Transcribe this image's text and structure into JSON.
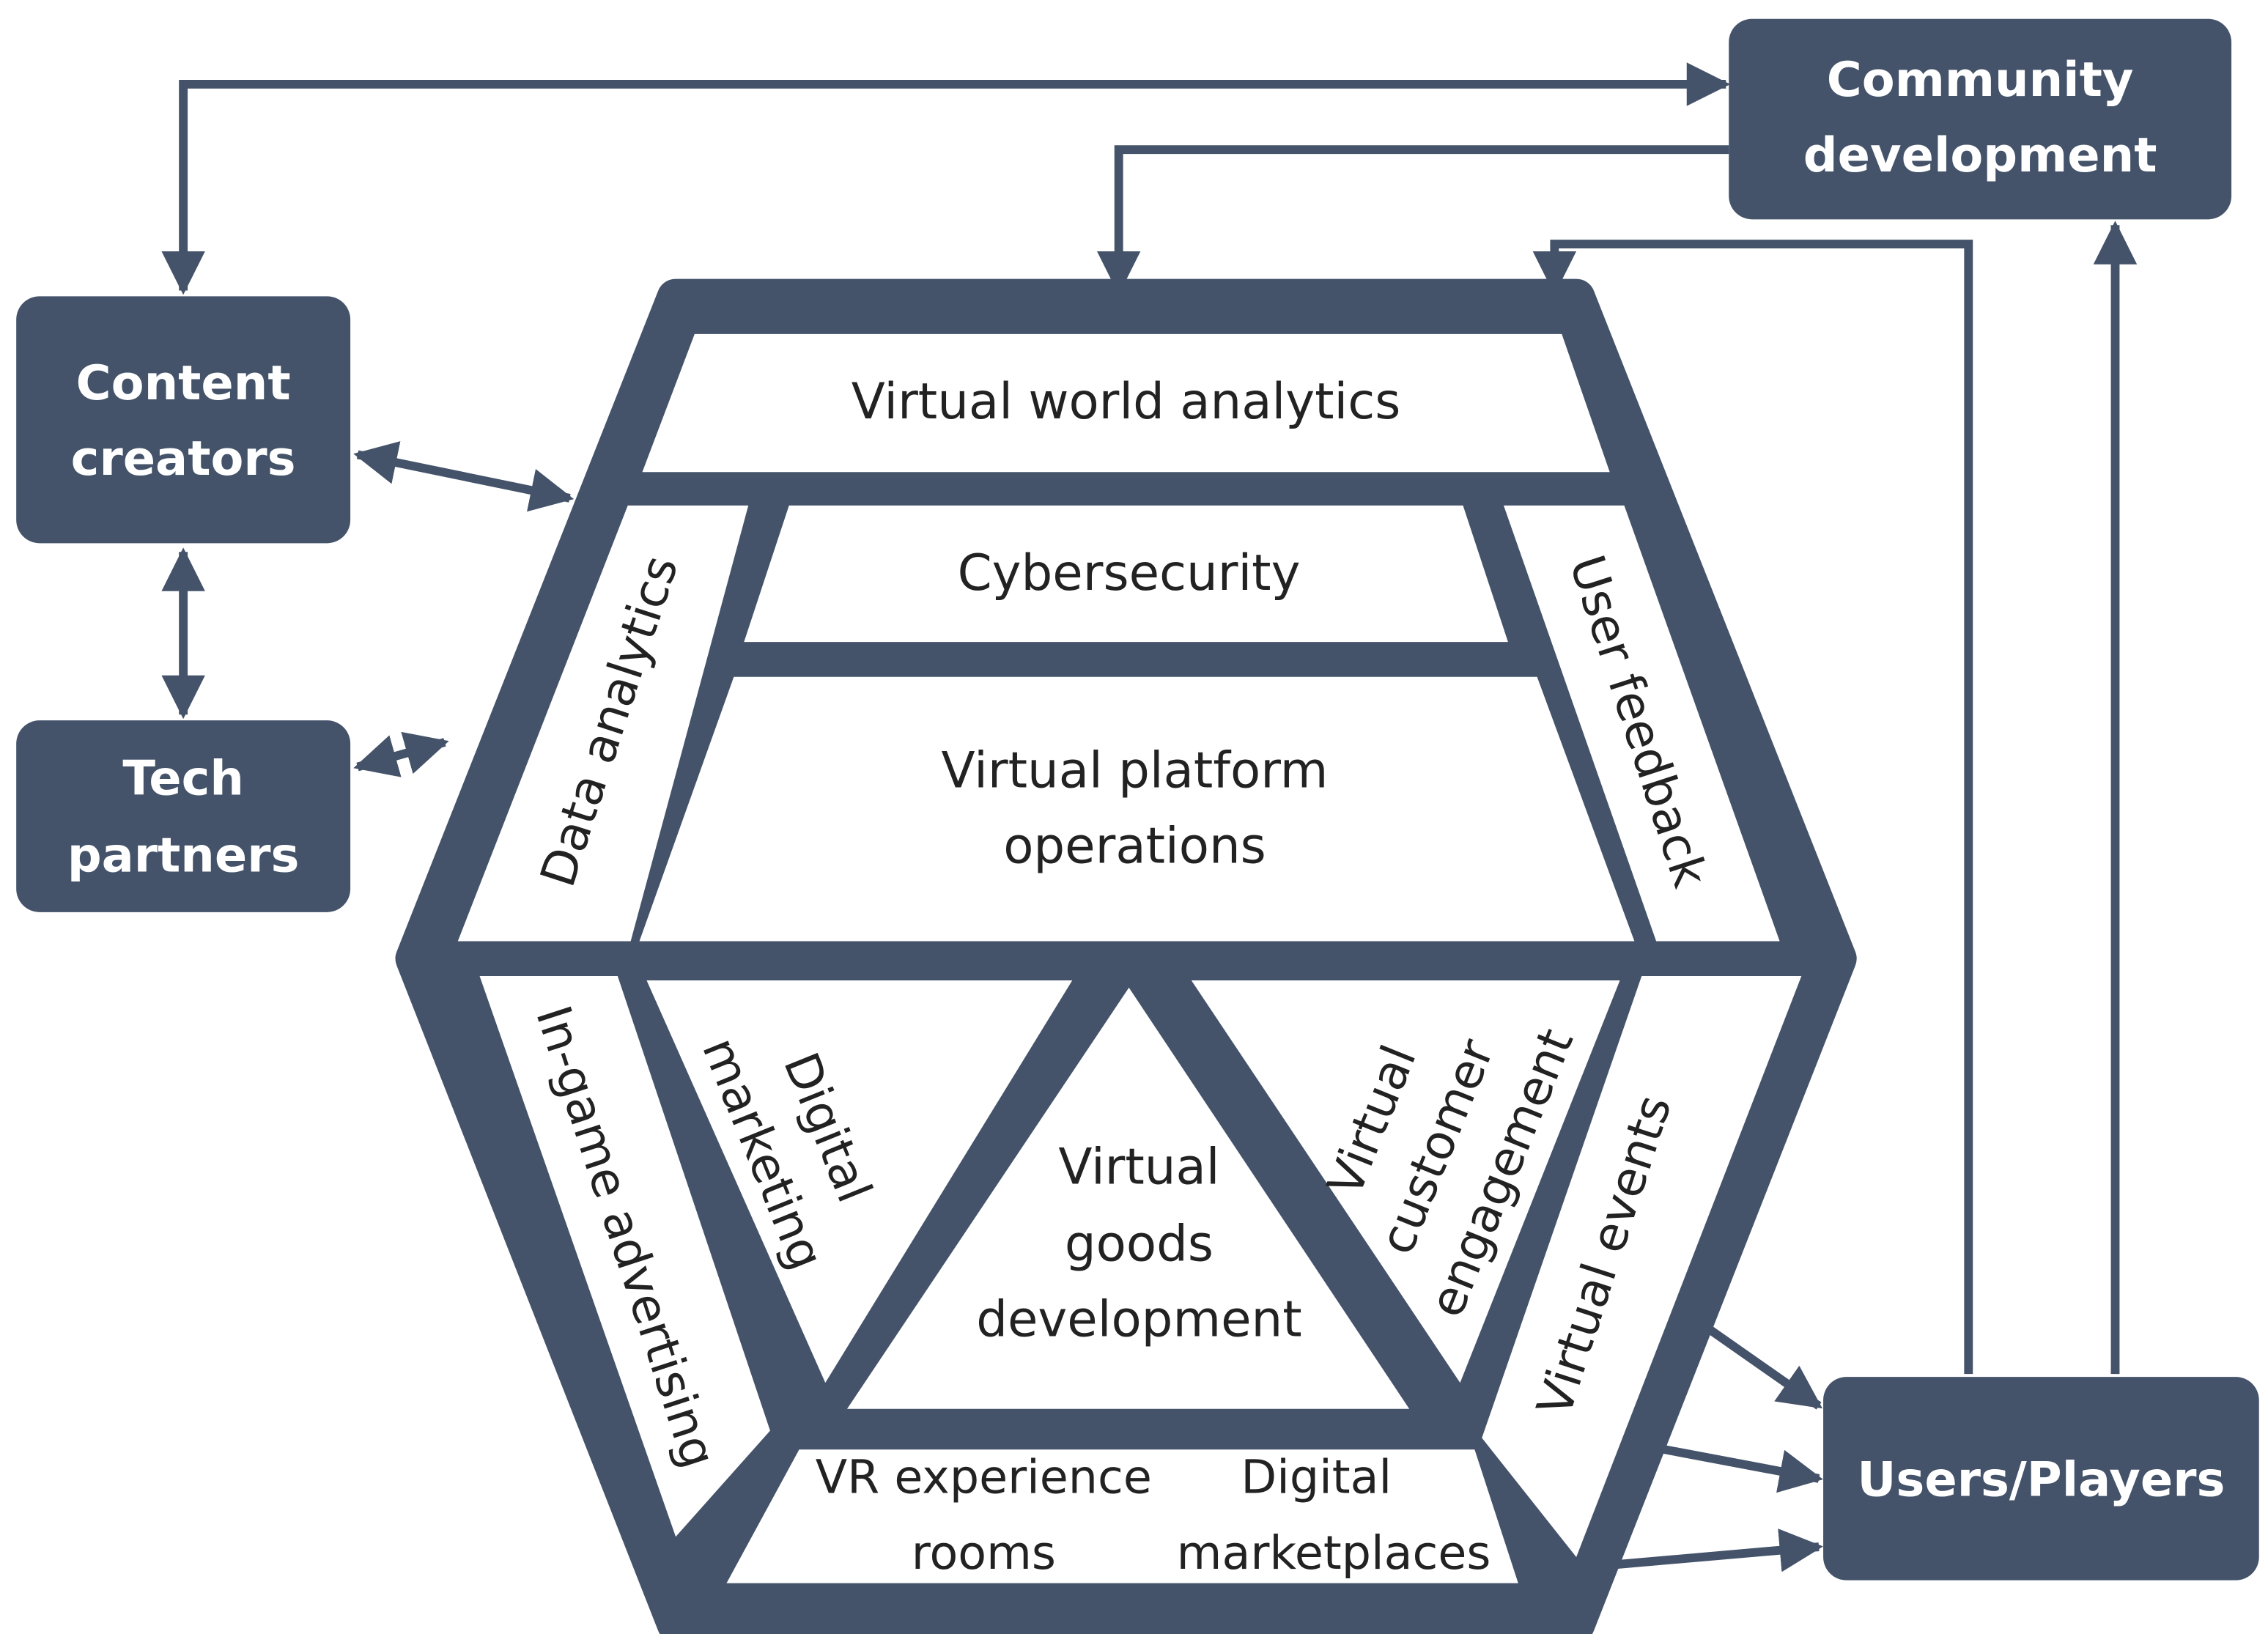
{
  "colors": {
    "primary": "#44536a",
    "text": "#222222",
    "cell": "#ffffff"
  },
  "hexagon": {
    "top_band": [
      "Virtual world analytics"
    ],
    "left_upper_band": [
      "Data analytics"
    ],
    "right_upper_band": [
      "User feedback"
    ],
    "upper_center": [
      "Cybersecurity"
    ],
    "middle_center": [
      "Virtual platform",
      "operations"
    ],
    "left_lower_band": [
      "In-game advertising"
    ],
    "right_lower_band": [
      "Virtual events"
    ],
    "lower_left_triangle": [
      "Digital",
      "marketing"
    ],
    "lower_right_triangle": [
      "Virtual",
      "customer",
      "engagement"
    ],
    "center_triangle": [
      "Virtual",
      "goods",
      "development"
    ],
    "bottom_left": [
      "VR experience",
      "rooms"
    ],
    "bottom_right": [
      "Digital",
      "marketplaces"
    ]
  },
  "external": {
    "community": [
      "Community",
      "development"
    ],
    "content_creators": [
      "Content",
      "creators"
    ],
    "tech_partners": [
      "Tech",
      "partners"
    ],
    "users_players": [
      "Users/Players"
    ]
  }
}
